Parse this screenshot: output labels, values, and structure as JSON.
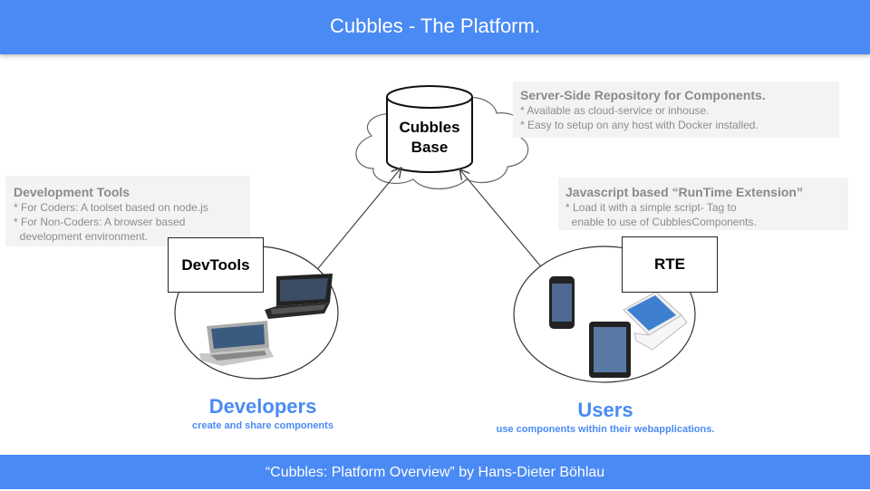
{
  "header": {
    "title": "Cubbles - The Platform."
  },
  "footer": {
    "text": "“Cubbles: Platform Overview” by Hans-Dieter Böhlau"
  },
  "base": {
    "line1": "Cubbles",
    "line2": "Base"
  },
  "notes": {
    "server": {
      "title": "Server-Side Repository for Components.",
      "lines": [
        "* Available as cloud-service or inhouse.",
        "* Easy to setup on any host with Docker installed."
      ]
    },
    "devtools": {
      "title": "Development Tools",
      "lines": [
        "* For Coders: A toolset based on node.js",
        "* For Non-Coders: A browser based",
        "  development environment."
      ]
    },
    "rte": {
      "title": "Javascript based “RunTime Extension”",
      "lines": [
        "* Load it with a simple script- Tag to",
        "  enable to use of CubblesComponents."
      ]
    }
  },
  "boxes": {
    "devtools": "DevTools",
    "rte": "RTE"
  },
  "groups": {
    "developers": {
      "title": "Developers",
      "subtitle": "create and share components"
    },
    "users": {
      "title": "Users",
      "subtitle": "use components within their webapplications."
    }
  },
  "colors": {
    "accent": "#4a8af4",
    "note_bg": "#f3f3f3",
    "note_text": "#8c8c8c"
  },
  "icons": [
    "cloud-icon",
    "database-cylinder-icon",
    "laptop-icon",
    "netbook-icon",
    "smartphone-icon",
    "tablet-icon",
    "macbook-icon"
  ]
}
